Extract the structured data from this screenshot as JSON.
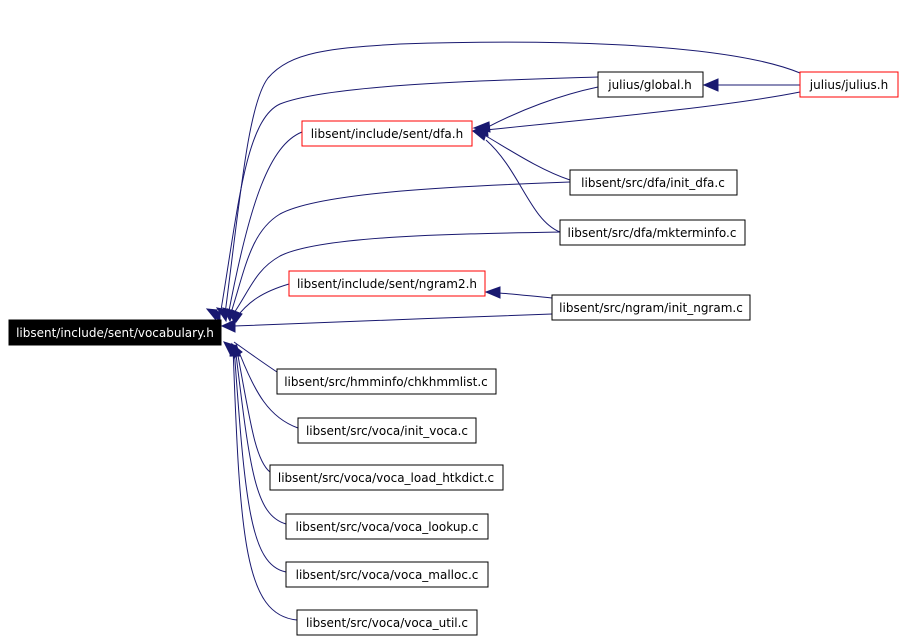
{
  "colors": {
    "edge": "#191970",
    "node_border": "#000000",
    "node_border_highlight": "#ff0000",
    "root_fill": "#000000",
    "root_text": "#ffffff"
  },
  "nodes": {
    "vocabulary_h": "libsent/include/sent/vocabulary.h",
    "dfa_h": "libsent/include/sent/dfa.h",
    "ngram2_h": "libsent/include/sent/ngram2.h",
    "global_h": "julius/global.h",
    "julius_h": "julius/julius.h",
    "init_dfa_c": "libsent/src/dfa/init_dfa.c",
    "mkterminfo_c": "libsent/src/dfa/mkterminfo.c",
    "init_ngram_c": "libsent/src/ngram/init_ngram.c",
    "chkhmmlist_c": "libsent/src/hmminfo/chkhmmlist.c",
    "init_voca_c": "libsent/src/voca/init_voca.c",
    "voca_load_htkdict_c": "libsent/src/voca/voca_load_htkdict.c",
    "voca_lookup_c": "libsent/src/voca/voca_lookup.c",
    "voca_malloc_c": "libsent/src/voca/voca_malloc.c",
    "voca_util_c": "libsent/src/voca/voca_util.c"
  }
}
